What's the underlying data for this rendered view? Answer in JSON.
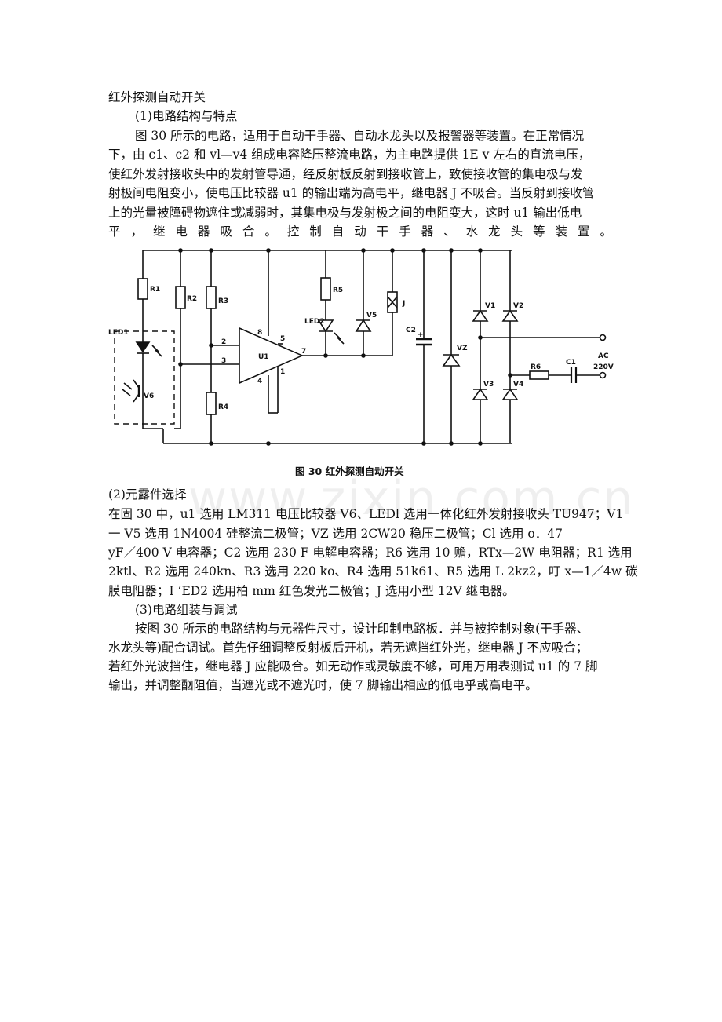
{
  "title": "红外探测自动开关",
  "section1": {
    "heading": "(1)电路结构与特点",
    "lines": [
      "图 30 所示的电路，适用于自动干手器、自动水龙头以及报警器等装置。在正常情况",
      "下，由 c1、c2 和 vl—v4 组成电容降压整流电路，为主电路提供 1E v 左右的直流电压，",
      "使红外发射接收头中的发射管导通，经反射板反射到接收管上，致使接收管的集电极与发",
      "射极间电阻变小，使电压比较器 u1 的输出端为高电平，继电器 J 不吸合。当反射到接收管",
      "上的光量被障碍物遮住或减弱时，其集电极与发射极之间的电阻变大，这时 u1 输出低电",
      "平，继电器吸合。控制自动干手器、水龙头等装置。"
    ]
  },
  "figure": {
    "caption": "图 30   红外探测自动开关",
    "labels": {
      "r1": "R1",
      "r2": "R2",
      "r3": "R3",
      "r4": "R4",
      "r5": "R5",
      "r6": "R6",
      "led1": "LED1",
      "led2": "LED2",
      "v6": "V6",
      "v5": "V5",
      "j": "J",
      "c2": "C2",
      "vz": "VZ",
      "v1": "V1",
      "v2": "V2",
      "v3": "V3",
      "v4": "V4",
      "c1": "C1",
      "ac": "AC",
      "v220": "220V",
      "u1": "U1",
      "pin2": "2",
      "pin3": "3",
      "pin8": "8",
      "pin5": "5",
      "pin7": "7",
      "pin4": "4",
      "pin1": "1",
      "plus": "+"
    }
  },
  "watermark": "www.zixin.com.cn",
  "section2": {
    "heading": "(2)元露件选择",
    "lines": [
      "在固 30 中，u1 选用 LM311 电压比较器 V6、LEDl 选用一体化红外发射接收头 TU947；V1",
      "一 V5 选用 1N4004 硅整流二极管；VZ 选用 2CW20 稳压二极管；Cl 选用 o．47",
      "yF／400 V 电容器；C2 选用 230 F 电解电容器；R6 选用 10 赡，RTx—2W 电阻器；R1 选用",
      "2ktl、R2 选用 240kn、R3 选用 220 ko、R4 选用 51k61、R5 选用 L 2kz2，叮 x—1／4w 碳",
      "膜电阻器；I ‘ED2 选用柏 mm 红色发光二极管；J 选用小型 12V 继电器。"
    ]
  },
  "section3": {
    "heading": "(3)电路组装与调试",
    "lines": [
      "按图 30 所示的电路结构与元器件尺寸，设计印制电路板．并与被控制对象(干手器、",
      "水龙头等)配合调试。首先仔细调整反射板后开机，若无遮挡红外光，继电器 J 不应吸合；",
      "若红外光波挡住，继电器 J 应能吸合。如无动作或灵敏度不够，可用万用表测试 u1 的 7 脚",
      "输出，并调整酗阻值，当遮光或不遮光时，使 7 脚输出相应的低电乎或高电平。"
    ]
  }
}
